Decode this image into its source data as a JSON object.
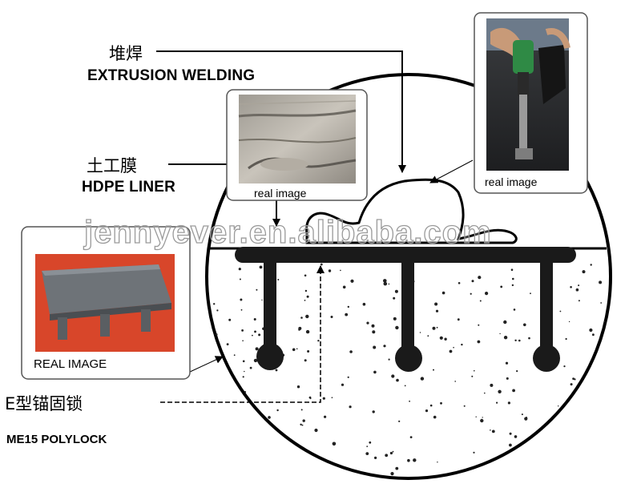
{
  "labels": {
    "extrusion_cn": "堆焊",
    "extrusion_en": "EXTRUSION WELDING",
    "liner_cn": "土工膜",
    "liner_en": "HDPE LINER",
    "polylock_cn": "E型锚固锁",
    "polylock_en": "ME15 POLYLOCK"
  },
  "captions": {
    "liner_photo": "real image",
    "welder_photo": "real image",
    "polylock_photo": "REAL IMAGE"
  },
  "watermark": "jennyever.en.alibaba.com",
  "colors": {
    "line": "#000000",
    "liner": "#1a1a1a",
    "speckle": "#222222",
    "polylock_photo_bg": "#d8462a",
    "polylock_photo_part": "#6e7378"
  }
}
